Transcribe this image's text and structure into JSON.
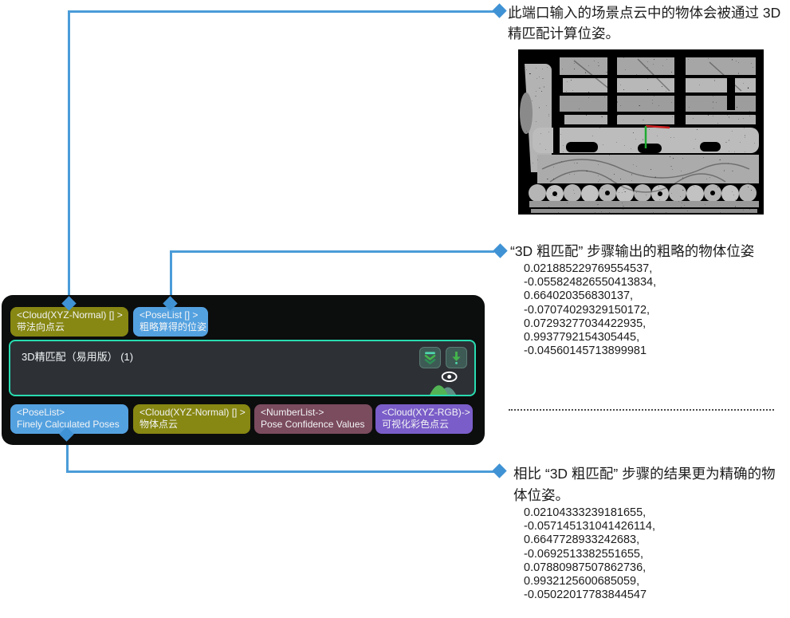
{
  "notes": {
    "note1": {
      "text": "此端口输入的场景点云中的物体会被通过 3D 精匹配计算位姿。"
    },
    "note2": {
      "heading": "“3D 粗匹配” 步骤输出的粗略的物体位姿",
      "values": [
        "0.021885229769554537,",
        "-0.055824826550413834,",
        "0.664020356830137,",
        "-0.07074029329150172,",
        "0.07293277034422935,",
        "0.9937792154305445,",
        "-0.04560145713899981"
      ]
    },
    "note3": {
      "heading": "相比 “3D 粗匹配” 步骤的结果更为精确的物体位姿。",
      "values": [
        "0.02104333239181655,",
        "-0.057145131041426114,",
        "0.6647728933242683,",
        "-0.0692513382551655,",
        "0.07880987507862736,",
        "0.9932125600685059,",
        "-0.05022017783844547"
      ]
    }
  },
  "node": {
    "title": "3D精匹配（易用版） (1)",
    "inputs": [
      {
        "type": "<Cloud(XYZ-Normal) [] >",
        "label": "带法向点云",
        "color": "#878713"
      },
      {
        "type": "<PoseList [] >",
        "label": "粗略算得的位姿",
        "color": "#54a1e0"
      }
    ],
    "outputs": [
      {
        "type": "<PoseList>",
        "label": "Finely Calculated Poses",
        "color": "#54a1e0"
      },
      {
        "type": "<Cloud(XYZ-Normal) [] >",
        "label": "物体点云",
        "color": "#878713"
      },
      {
        "type": "<NumberList->",
        "label": "Pose Confidence Values",
        "color": "#7b4b5e"
      },
      {
        "type": "<Cloud(XYZ-RGB)->",
        "label": "可视化彩色点云",
        "color": "#7a5dc8"
      }
    ],
    "icons": {
      "collapse": "collapse-double-chevron-icon",
      "run": "run-step-down-arrow-icon",
      "visualization": "eye-over-point-cloud-icon"
    }
  },
  "point_cloud_image": {
    "description": "scene point cloud with pose axes",
    "axis_x_color": "#cc2020",
    "axis_y_color": "#1faa30"
  },
  "colors": {
    "connector": "#4b9cd8",
    "diamond": "#3f92d4",
    "node_background": "#0c0d0d",
    "node_body": "#2d3136",
    "node_border": "#28dcb0",
    "text": "#1c1c1c"
  }
}
